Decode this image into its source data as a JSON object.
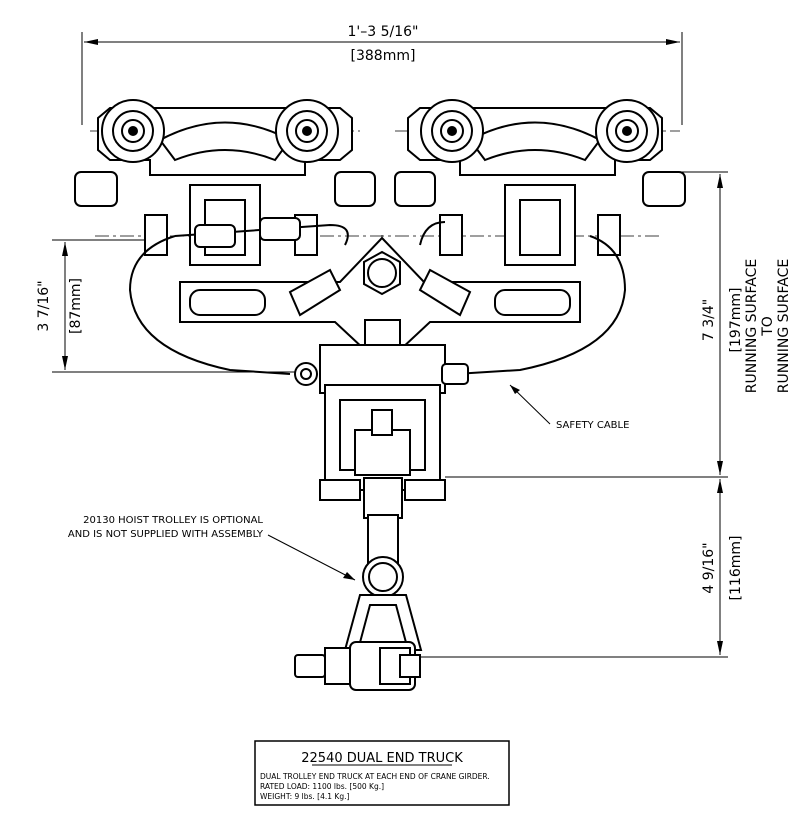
{
  "dimensions": {
    "overall_width": "1'–3 5/16\"",
    "overall_width_mm": "[388mm]",
    "left_height": "3 7/16\"",
    "left_height_mm": "[87mm]",
    "right_height": "7 3/4\"",
    "right_height_mm": "[197mm]",
    "right_height_note_1": "RUNNING SURFACE",
    "right_height_note_2": "TO",
    "right_height_note_3": "RUNNING SURFACE",
    "lower_height": "4 9/16\"",
    "lower_height_mm": "[116mm]"
  },
  "callouts": {
    "safety_cable": "SAFETY CABLE",
    "hoist_line_1": "20130 HOIST TROLLEY IS OPTIONAL",
    "hoist_line_2": "AND IS NOT SUPPLIED WITH ASSEMBLY"
  },
  "title_block": {
    "title": "22540 DUAL END TRUCK",
    "line_1": "DUAL TROLLEY END TRUCK AT EACH END OF CRANE GIRDER.",
    "line_2": "RATED LOAD: 1100 lbs. [500 Kg.]",
    "line_3": "WEIGHT: 9 lbs. [4.1 Kg.]"
  }
}
